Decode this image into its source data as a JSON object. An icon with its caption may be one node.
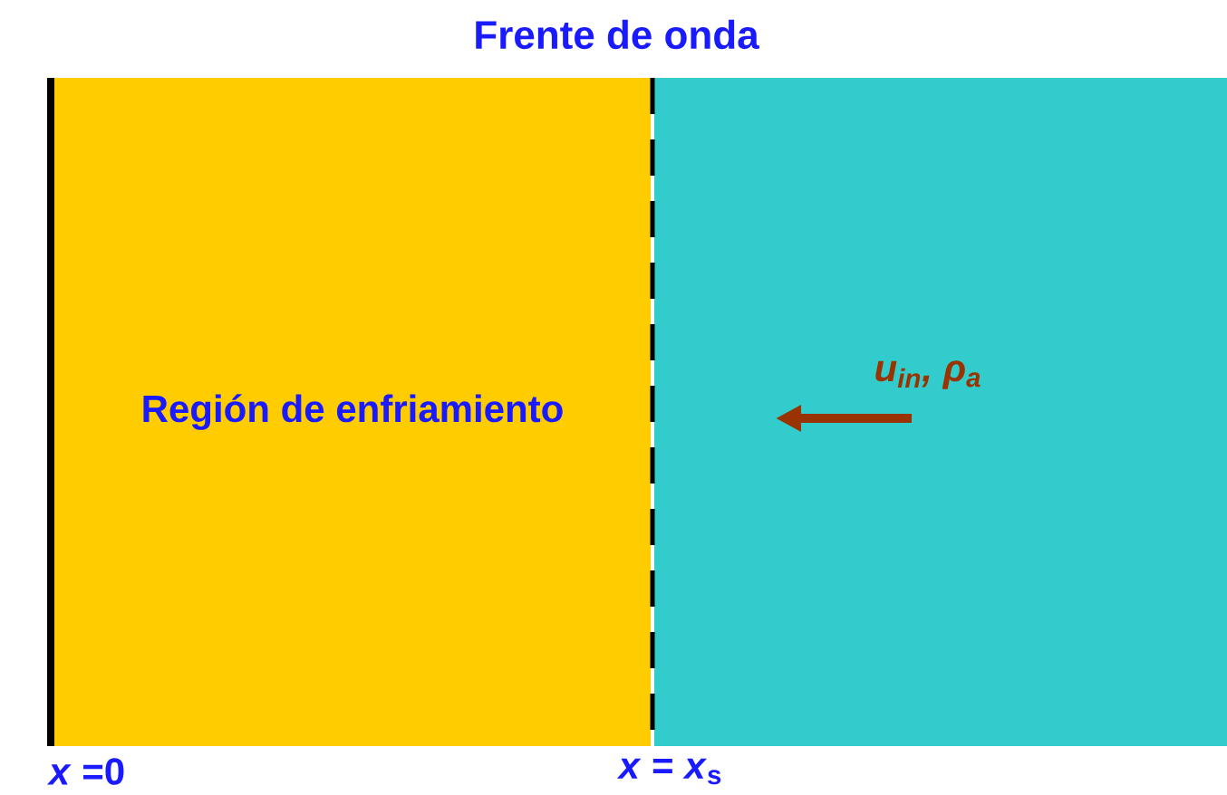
{
  "diagram": {
    "title": "Frente de onda",
    "nodes": [
      {
        "text": [
          "Región de enfriamiento"
        ]
      },
      {
        "text": [],
        "shape": "box"
      }
    ],
    "labels": [
      "*x* =0",
      "*x* = *x*$_{s}$",
      "u$_{in}$, ρ$_{a}$"
    ]
  }
}
